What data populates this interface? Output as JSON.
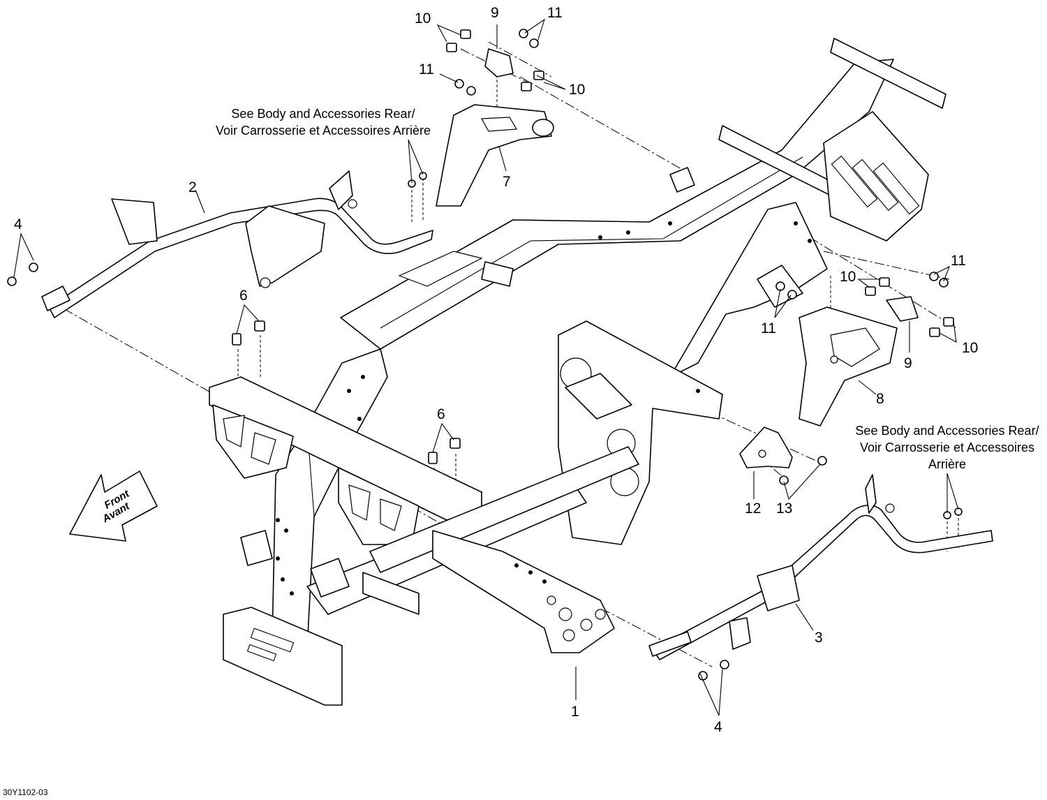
{
  "diagram_ref": "30Y1102-03",
  "notes": {
    "top": [
      "See Body and Accessories Rear/",
      "Voir Carrosserie et Accessoires Arrière"
    ],
    "right": [
      "See Body and Accessories Rear/",
      "Voir Carrosserie et Accessoires",
      "Arrière"
    ]
  },
  "direction_arrow": [
    "Front",
    "Avant"
  ],
  "callouts": {
    "c1": "1",
    "c2": "2",
    "c3": "3",
    "c4a": "4",
    "c4b": "4",
    "c6a": "6",
    "c6b": "6",
    "c7": "7",
    "c8": "8",
    "c9a": "9",
    "c9b": "9",
    "c10a": "10",
    "c10b": "10",
    "c10c": "10",
    "c10d": "10",
    "c11a": "11",
    "c11b": "11",
    "c11c": "11",
    "c11d": "11",
    "c12": "12",
    "c13": "13"
  }
}
